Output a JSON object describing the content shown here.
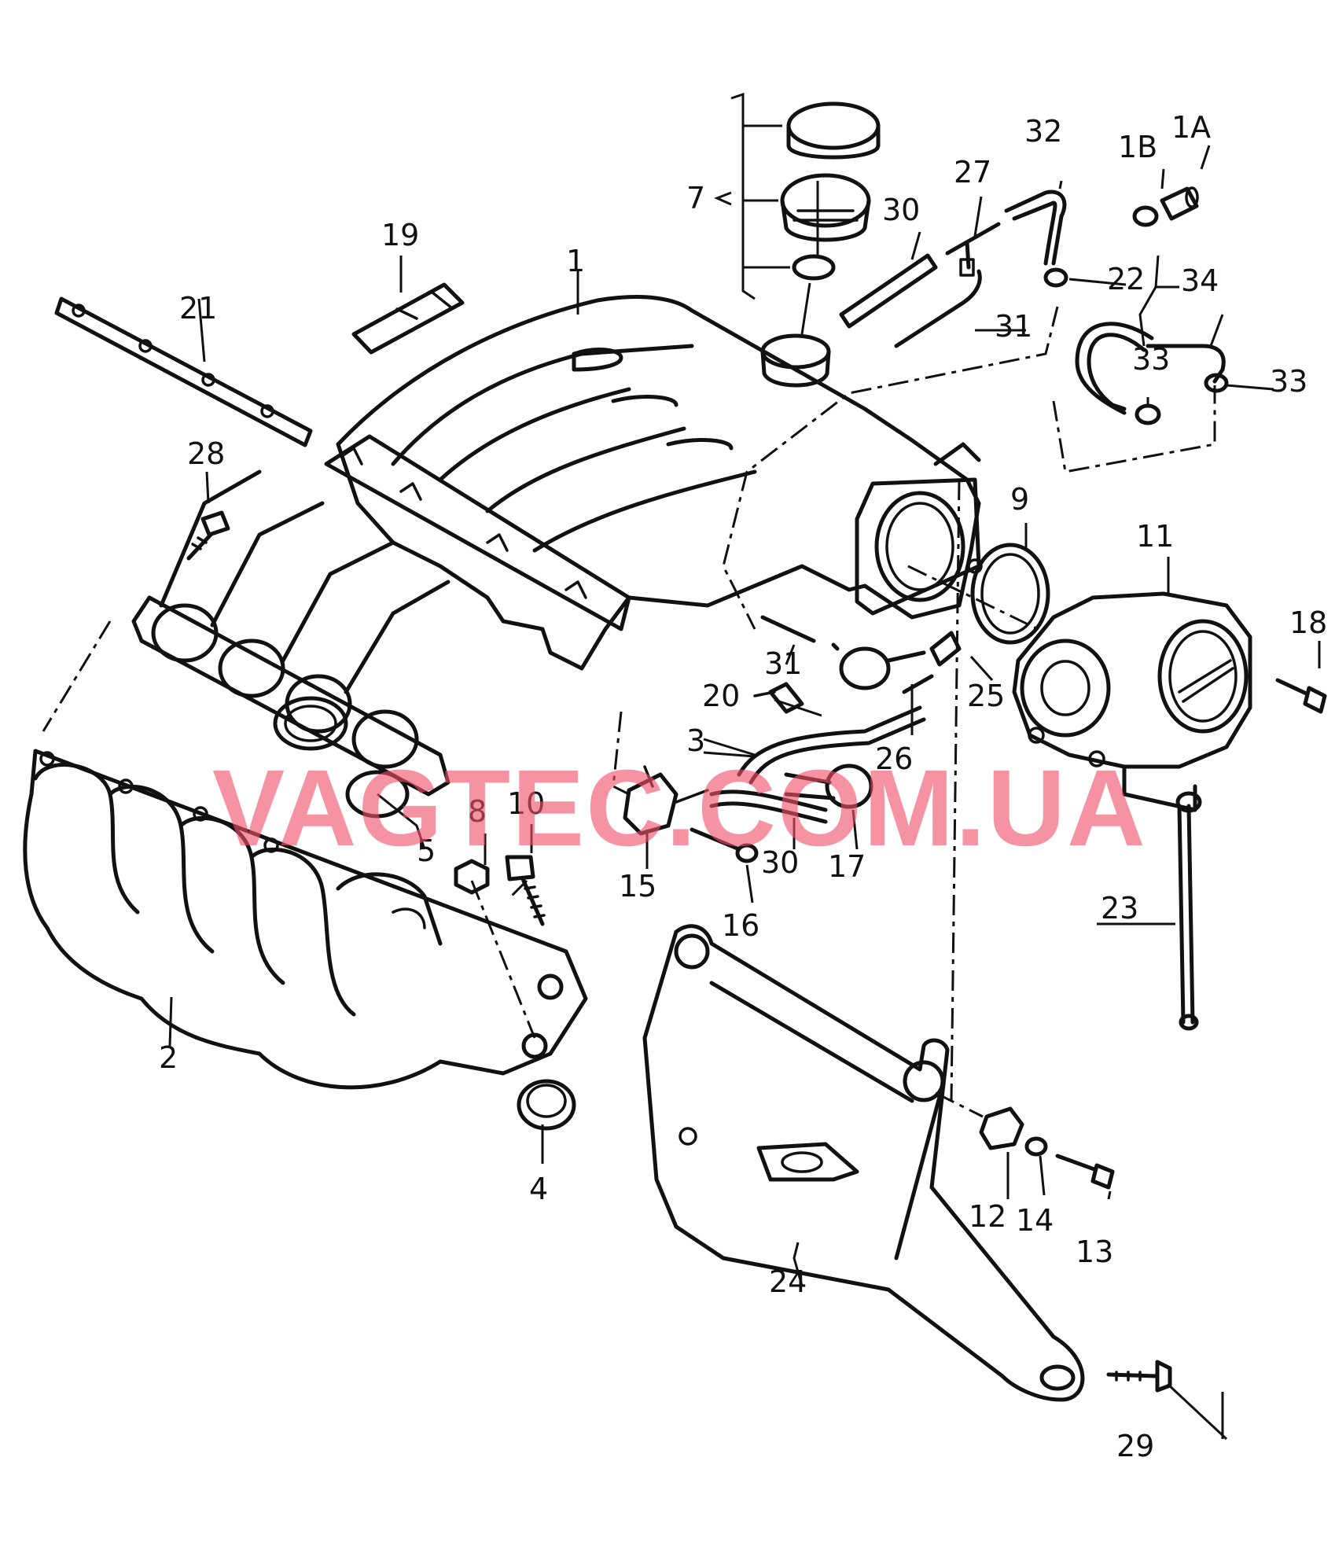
{
  "watermark": "VAGTEC.COM.UA",
  "callouts": {
    "c1": "1",
    "c2": "2",
    "c3": "3",
    "c4": "4",
    "c5": "5",
    "c7": "7",
    "c8": "8",
    "c9": "9",
    "c10": "10",
    "c11": "11",
    "c12": "12",
    "c13": "13",
    "c14": "14",
    "c15": "15",
    "c16": "16",
    "c17": "17",
    "c18": "18",
    "c19": "19",
    "c20": "20",
    "c21": "21",
    "c22": "22",
    "c23": "23",
    "c24": "24",
    "c25": "25",
    "c26": "26",
    "c27": "27",
    "c28": "28",
    "c29": "29",
    "c30a": "30",
    "c30b": "30",
    "c31a": "31",
    "c31b": "31",
    "c32": "32",
    "c33a": "33",
    "c33b": "33",
    "c34": "34",
    "c1a": "1A",
    "c1b": "1B"
  }
}
